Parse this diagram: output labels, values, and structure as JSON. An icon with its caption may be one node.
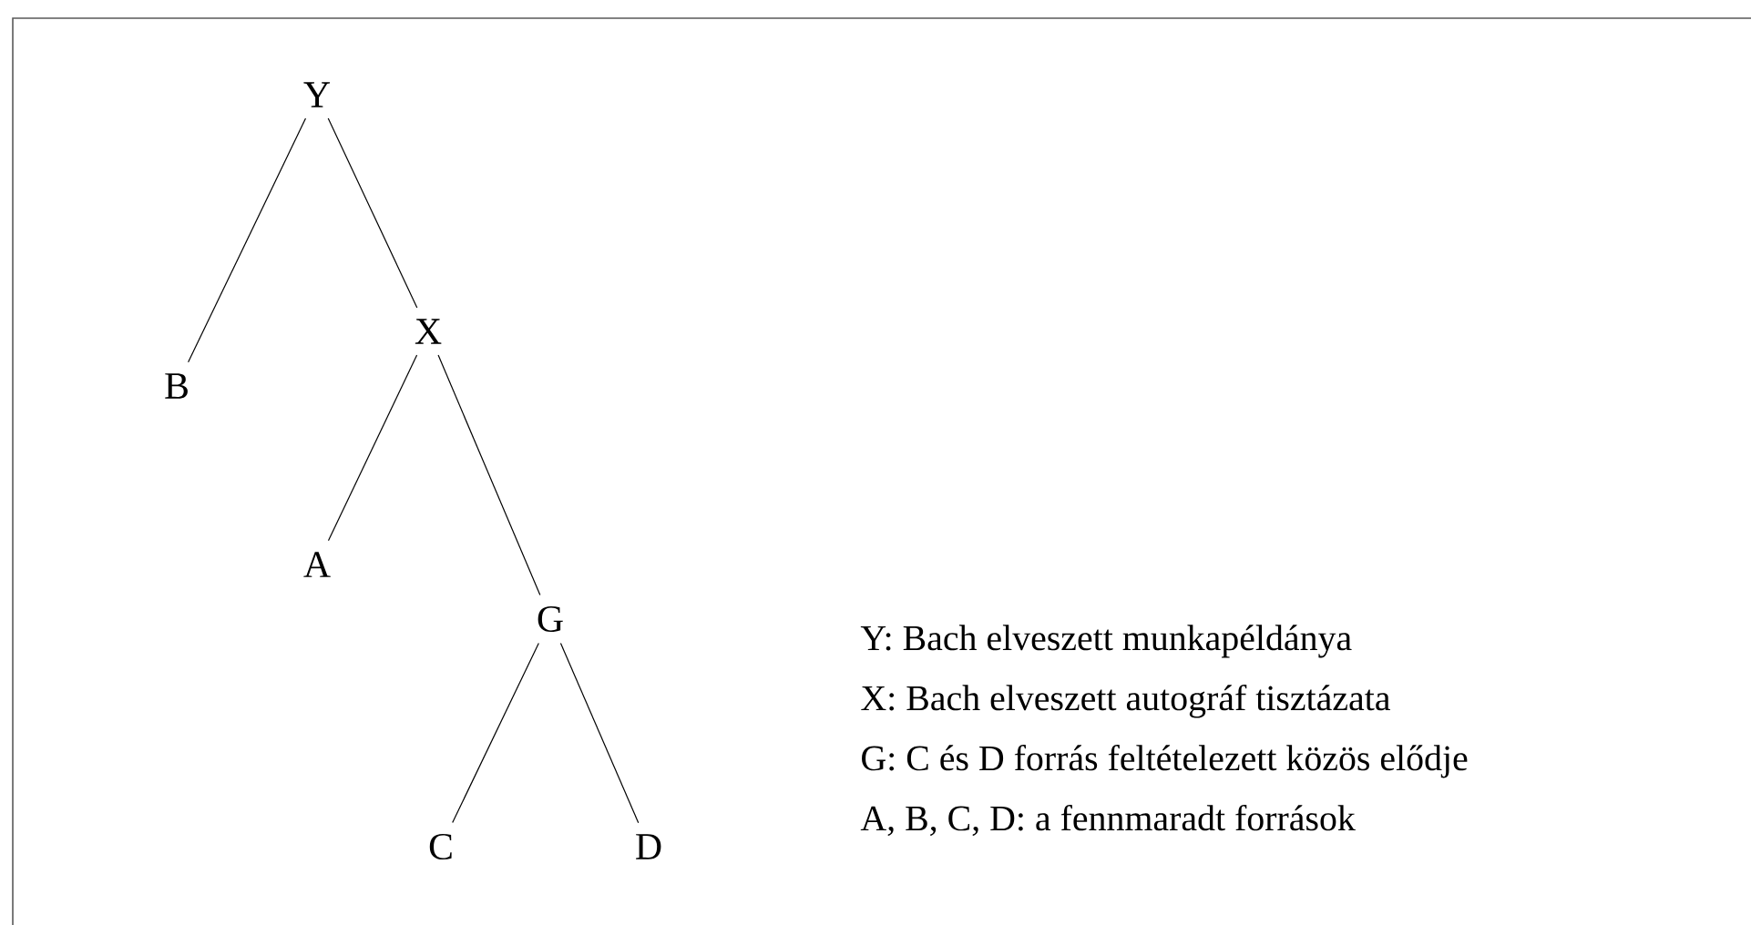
{
  "diagram": {
    "nodes": [
      {
        "text": [
          "Y"
        ]
      },
      {
        "text": [
          "B"
        ]
      },
      {
        "text": [
          "X"
        ]
      },
      {
        "text": [
          "A"
        ]
      },
      {
        "text": [
          "G"
        ]
      },
      {
        "text": [
          "C"
        ]
      },
      {
        "text": [
          "D"
        ]
      }
    ],
    "edges": [
      {
        "from": 0,
        "to": 1,
        "arrow": "none"
      },
      {
        "from": 0,
        "to": 2,
        "arrow": "none"
      },
      {
        "from": 2,
        "to": 3,
        "arrow": "none"
      },
      {
        "from": 2,
        "to": 4,
        "arrow": "none"
      },
      {
        "from": 4,
        "to": 5,
        "arrow": "none"
      },
      {
        "from": 4,
        "to": 6,
        "arrow": "none"
      }
    ],
    "labels": [
      "Y: Bach elveszett munkapéldánya",
      "X: Bach elveszett autográf tisztázata",
      "G: C és D forrás feltételezett közös elődje",
      "A, B, C, D: a fennmaradt források"
    ]
  }
}
